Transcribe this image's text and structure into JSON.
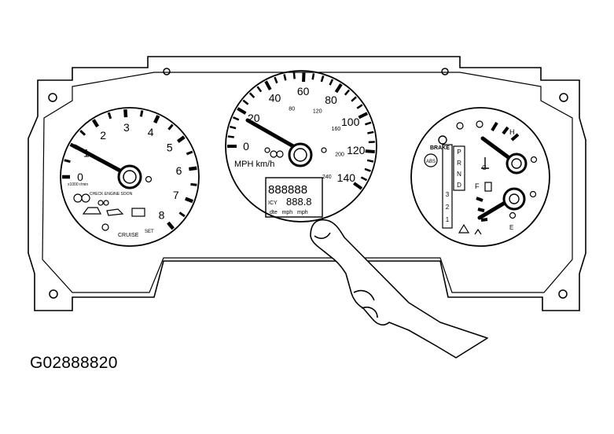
{
  "figure_id": "G02888820",
  "tachometer": {
    "numbers": [
      "0",
      "1",
      "2",
      "3",
      "4",
      "5",
      "6",
      "7",
      "8"
    ],
    "unit_label": "x1000 r/min",
    "cruise_label": "CRUISE",
    "set_label": "SET",
    "check_engine_label": "CHECK ENGINE SOON"
  },
  "speedometer": {
    "mph_numbers": [
      "0",
      "20",
      "40",
      "60",
      "80",
      "100",
      "120",
      "140"
    ],
    "kmh_numbers": [
      "80",
      "120",
      "160",
      "200",
      "240"
    ],
    "unit_label": "MPH km/h",
    "odometer_digits": "888888",
    "trip_digits": "888.8",
    "icy_label": "ICY",
    "display_units": "dte   mph   mph"
  },
  "right_gauges": {
    "brake_label": "BRAKE",
    "abs_label": "ABS",
    "hot_label": "H",
    "cold_label": "C",
    "full_label": "F",
    "empty_label": "E",
    "gear_labels": [
      "P",
      "R",
      "N",
      "D",
      "3",
      "2",
      "1"
    ]
  }
}
